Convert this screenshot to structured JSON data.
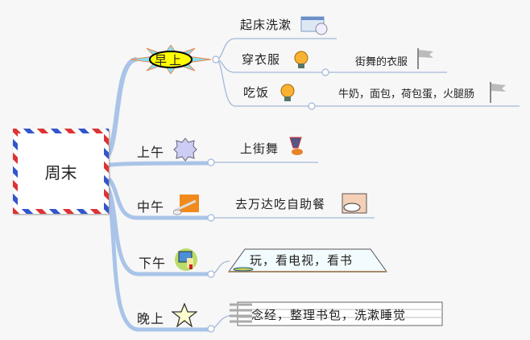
{
  "central": {
    "label": "周末"
  },
  "branches": [
    {
      "label": "早上",
      "icon": "smiley-sunburst-icon",
      "children": [
        {
          "label": "起床洗漱",
          "icon": "calendar-clock-icon"
        },
        {
          "label": "穿衣服",
          "icon": "lightbulb-icon",
          "note": "街舞的衣服",
          "note_icon": "flag-icon"
        },
        {
          "label": "吃饭",
          "icon": "lightbulb-icon",
          "note": "牛奶，面包，荷包蛋，火腿肠",
          "note_icon": "flag-icon"
        }
      ]
    },
    {
      "label": "上午",
      "icon": "star-burst-icon",
      "children": [
        {
          "label": "上街舞",
          "icon": "medal-icon"
        }
      ]
    },
    {
      "label": "中午",
      "icon": "fork-spoon-icon",
      "children": [
        {
          "label": "去万达吃自助餐",
          "icon": "coffee-cup-icon"
        }
      ]
    },
    {
      "label": "下午",
      "icon": "computer-icon",
      "children": [
        {
          "label": "玩，看电视，看书",
          "shape": "open-book"
        }
      ]
    },
    {
      "label": "晚上",
      "icon": "star-icon",
      "children": [
        {
          "label": "念经，整理书包，洗漱睡觉",
          "shape": "notebook"
        }
      ]
    }
  ],
  "colors": {
    "branch": "#a9c4e8",
    "line": "#9fb6d8"
  }
}
